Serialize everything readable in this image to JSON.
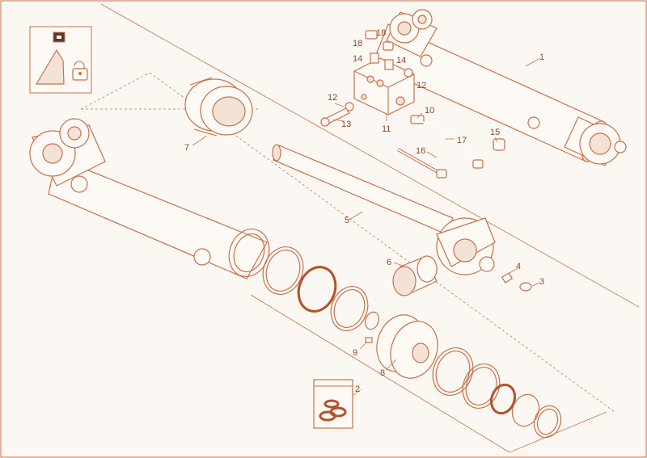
{
  "callouts": {
    "c1": "1",
    "c2": "2",
    "c3": "3",
    "c4": "4",
    "c5": "5",
    "c6": "6",
    "c7": "7",
    "c8": "8",
    "c9": "9",
    "c10": "10",
    "c11": "11",
    "c12a": "12",
    "c12b": "12",
    "c13": "13",
    "c14a": "14",
    "c14b": "14",
    "c15": "15",
    "c16": "16",
    "c17": "17",
    "c18a": "18",
    "c18b": "18"
  },
  "colors": {
    "line": "#c9704a",
    "background": "#fbf8f3",
    "seal": "#b5512a"
  },
  "icons": {
    "corner_badge": "shovel-padlock-icon"
  }
}
